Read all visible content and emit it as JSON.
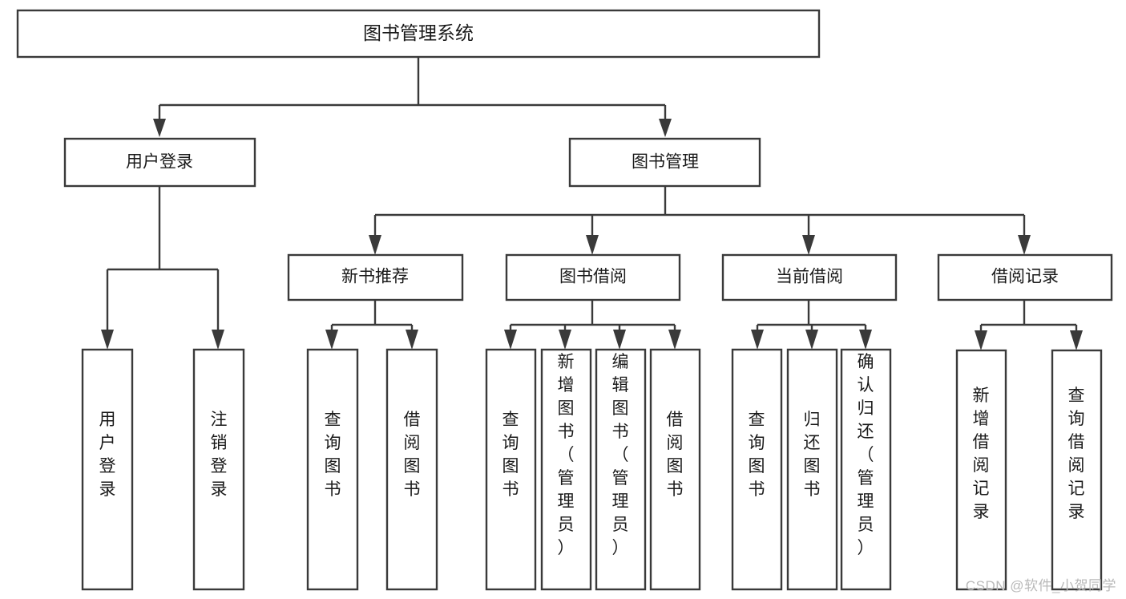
{
  "diagram": {
    "title": "图书管理系统",
    "type": "tree-hierarchy-chart",
    "watermark": "CSDN @软件_小贺同学",
    "colors": {
      "stroke": "#3a3a3a",
      "box_fill": "#ffffff",
      "text": "#1a1a1a",
      "background": "#ffffff",
      "watermark": "#b9b9b9"
    },
    "root": {
      "label": "图书管理系统"
    },
    "level2": [
      {
        "label": "用户登录"
      },
      {
        "label": "图书管理"
      }
    ],
    "level3": [
      {
        "label": "新书推荐"
      },
      {
        "label": "图书借阅"
      },
      {
        "label": "当前借阅"
      },
      {
        "label": "借阅记录"
      }
    ],
    "leaves_user_login": [
      {
        "label": "用户登录"
      },
      {
        "label": "注销登录"
      }
    ],
    "leaves_new_book": [
      {
        "label": "查询图书"
      },
      {
        "label": "借阅图书"
      }
    ],
    "leaves_borrow": [
      {
        "label": "查询图书"
      },
      {
        "label": "新增图书（管理员）"
      },
      {
        "label": "编辑图书（管理员）"
      },
      {
        "label": "借阅图书"
      }
    ],
    "leaves_current": [
      {
        "label": "查询图书"
      },
      {
        "label": "归还图书"
      },
      {
        "label": "确认归还（管理员）"
      }
    ],
    "leaves_records": [
      {
        "label": "新增借阅记录"
      },
      {
        "label": "查询借阅记录"
      }
    ]
  }
}
